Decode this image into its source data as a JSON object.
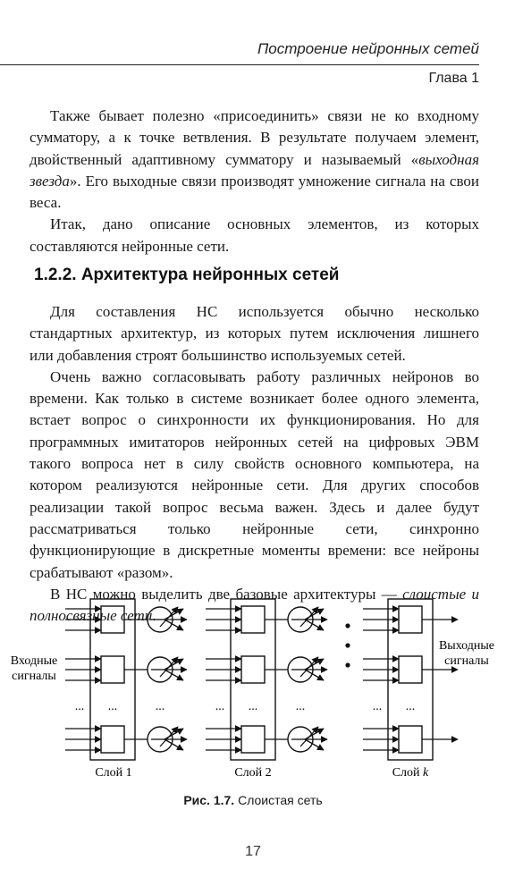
{
  "header": {
    "title": "Построение нейронных сетей",
    "chapter": "Глава 1"
  },
  "para1": {
    "a": "Также бывает полезно «присоединить» связи не ко входному сумматору, а к точке ветвления. В результате получаем элемент, двойственный адаптивному сумматору и называемый «",
    "em": "выходная звезда",
    "b": "». Его выходные связи производят умножение сигнала на свои веса."
  },
  "para2": "Итак, дано описание основных элементов, из которых составляются нейронные сети.",
  "section": {
    "heading": "1.2.2. Архитектура нейронных сетей"
  },
  "para3": "Для составления НС используется обычно несколько стандартных архитектур, из которых путем исключения лишнего или добавления строят большинство используемых сетей.",
  "para4": "Очень важно согласовывать работу различных нейронов во времени. Как только в системе возникает более одного элемента, встает вопрос о синхронности их функционирования. Но для программных имитаторов нейронных сетей на цифровых ЭВМ такого вопроса нет в силу свойств основного компьютера, на котором реализуются нейронные сети. Для других способов реализации такой вопрос весьма важен. Здесь и далее будут рассматриваться только нейронные сети, синхронно функционирующие в дискретные моменты времени: все нейроны срабатывают «разом».",
  "para5": {
    "a": "В НС можно выделить две базовые архитектуры — ",
    "em": "слоистые и полносвязные сети",
    "b": "."
  },
  "figure": {
    "input_label_1": "Входные",
    "input_label_2": "сигналы",
    "output_label_1": "Выходные",
    "output_label_2": "сигналы",
    "ellipsis": "...",
    "layer1": "Слой 1",
    "layer2": "Слой 2",
    "layerk_prefix": "Слой ",
    "layerk_var": "k",
    "caption_num": "Рис. 1.7.",
    "caption_text": " Слоистая сеть"
  },
  "page_number": "17"
}
